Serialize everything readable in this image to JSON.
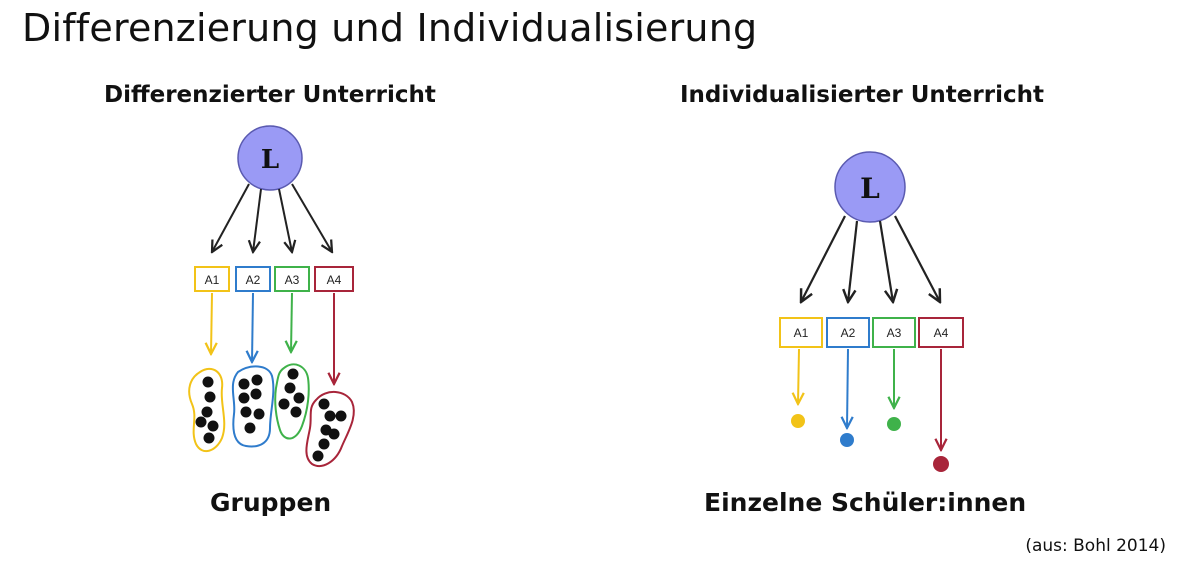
{
  "slide": {
    "title": "Differenzierung und Individualisierung",
    "source": "(aus: Bohl 2014)"
  },
  "colors": {
    "teacher_fill": "#9a9af5",
    "teacher_stroke": "#5a5ab0",
    "A1": "#f2c318",
    "A2": "#2f7ccc",
    "A3": "#3fb24a",
    "A4": "#a8253a"
  },
  "left_panel": {
    "heading": "Differenzierter Unterricht",
    "teacher": "L",
    "tasks": [
      "A1",
      "A2",
      "A3",
      "A4"
    ],
    "caption": "Gruppen"
  },
  "right_panel": {
    "heading": "Individualisierter Unterricht",
    "teacher": "L",
    "tasks": [
      "A1",
      "A2",
      "A3",
      "A4"
    ],
    "caption": "Einzelne Schüler:innen"
  }
}
